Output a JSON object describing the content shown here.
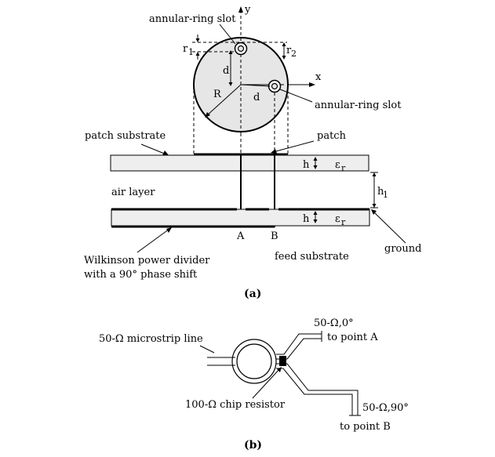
{
  "part_a": {
    "caption": "(a)",
    "annular_ring_slot_top": "annular-ring slot",
    "annular_ring_slot_right": "annular-ring slot",
    "axis_x": "x",
    "axis_y": "y",
    "r1": "r",
    "r1_sub": "1",
    "r2": "r",
    "r2_sub": "2",
    "d_vertical": "d",
    "d_diagonal": "d",
    "radius": "R",
    "patch_substrate": "patch substrate",
    "patch": "patch",
    "air_layer": "air layer",
    "h_top": "h",
    "eps_top": "ε",
    "eps_top_sub": "r",
    "h_bottom": "h",
    "eps_bottom": "ε",
    "eps_bottom_sub": "r",
    "h1": "h",
    "h1_sub": "1",
    "point_a": "A",
    "point_b": "B",
    "ground": "ground",
    "feed_substrate": "feed substrate",
    "wilkinson_line1": "Wilkinson power divider",
    "wilkinson_line2": "with a 90° phase shift"
  },
  "part_b": {
    "caption": "(b)",
    "microstrip": "50-Ω microstrip line",
    "output_a_line1": "50-Ω,0°",
    "output_a_line2": "to point A",
    "output_b_line1": "50-Ω,90°",
    "output_b_line2": "to point B",
    "resistor": "100-Ω chip resistor"
  }
}
